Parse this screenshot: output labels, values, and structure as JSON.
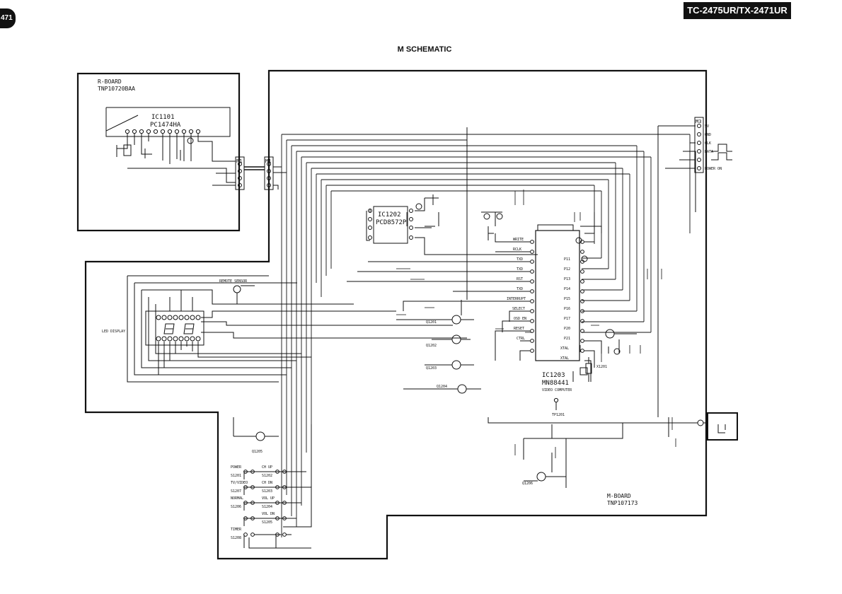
{
  "header": {
    "model": "TC-2475UR/TX-2471UR",
    "page_tab": "471",
    "title": "M SCHEMATIC"
  },
  "boards": {
    "r_board": {
      "name": "R-BOARD",
      "part": "TNP10720BAA"
    },
    "m_board": {
      "name": "M-BOARD",
      "part": "TNP107173"
    }
  },
  "ics": {
    "ic1101": {
      "ref": "IC1101",
      "part": "PC1474HA"
    },
    "ic1202": {
      "ref": "IC1202",
      "part": "PCD8572P"
    },
    "ic1203": {
      "ref": "IC1203",
      "part": "MN88441",
      "desc": "VIDEO COMPUTER"
    }
  },
  "connectors": {
    "r1": "R1",
    "m1": "M1",
    "m3": "M3"
  },
  "pin_labels": {
    "ic1203_left": [
      "WRITE",
      "RCLK",
      "TXD",
      "TXD",
      "RST",
      "TXD",
      "INTERRUPT",
      "SELECT",
      "OSD EN",
      "RESET",
      "CTRL"
    ],
    "ic1203_right": [
      "P11",
      "P12",
      "P13",
      "P14",
      "P15",
      "P16",
      "P17",
      "P20",
      "P21",
      "XTAL",
      "XTAL"
    ],
    "m3_pins": [
      "5V",
      "GND",
      "CLK",
      "DATA",
      "POWER ON"
    ]
  },
  "switches": [
    {
      "label": "POWER",
      "name": "S1201"
    },
    {
      "label": "CH UP",
      "name": "S1202"
    },
    {
      "label": "CH DN",
      "name": "S1203"
    },
    {
      "label": "VOL UP",
      "name": "S1204"
    },
    {
      "label": "VOL DN",
      "name": "S1205"
    },
    {
      "label": "NORMAL",
      "name": "S1206"
    },
    {
      "label": "TV/VIDEO",
      "name": "S1207"
    },
    {
      "label": "TIMER",
      "name": "S1208"
    }
  ],
  "labels": {
    "display": "LED DISPLAY",
    "remote": "REMOTE SENSOR",
    "q1201": "Q1201",
    "q1202": "Q1202",
    "q1203": "Q1203",
    "q1204": "Q1204",
    "q1205": "Q1205",
    "q1206": "Q1206",
    "x1201": "X1201",
    "tp": "TP1201"
  }
}
